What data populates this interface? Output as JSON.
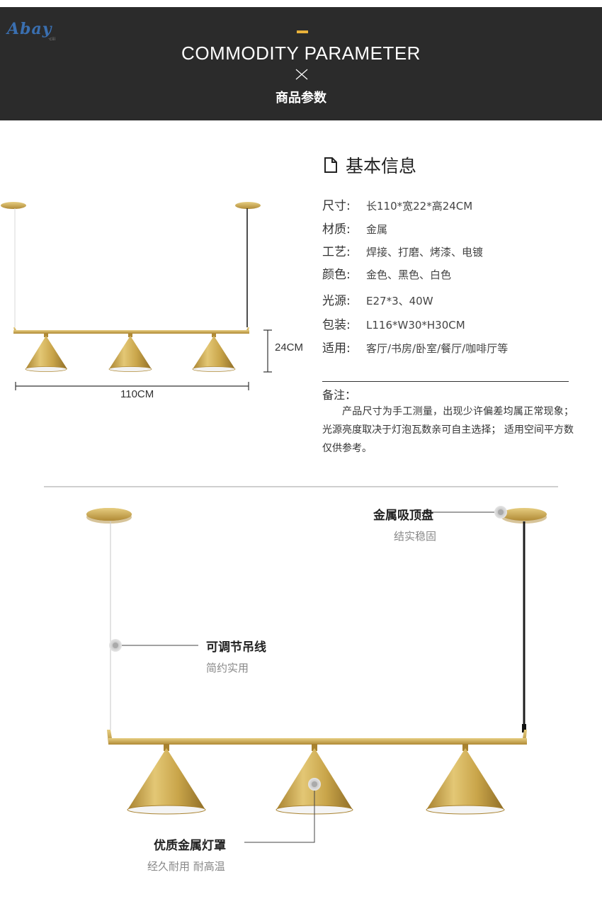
{
  "header": {
    "brand": "Abay",
    "brand_sub": "·ciii",
    "title": "COMMODITY PARAMETER",
    "subtitle": "商品参数"
  },
  "info": {
    "heading": "基本信息",
    "specs": [
      {
        "label": "尺寸:",
        "value": "长110*宽22*高24CM"
      },
      {
        "label": "材质:",
        "value": "金属"
      },
      {
        "label": "工艺:",
        "value": "焊接、打磨、烤漆、电镀"
      },
      {
        "label": "颜色:",
        "value": "金色、黑色、白色"
      },
      {
        "label": "光源:",
        "value": "E27*3、40W"
      },
      {
        "label": "包装:",
        "value": "L116*W30*H30CM"
      },
      {
        "label": "适用:",
        "value": "客厅/书房/卧室/餐厅/咖啡厅等"
      }
    ],
    "note_label": "备注：",
    "note_text": "产品尺寸为手工测量，出现少许偏差均属正常现象；光源亮度取决于灯泡瓦数亲可自主选择； 适用空间平方数仅供参考。"
  },
  "dimensions": {
    "height": "24CM",
    "width": "110CM"
  },
  "callouts": {
    "canopy": {
      "title": "金属吸顶盘",
      "sub": "结实稳固"
    },
    "cable": {
      "title": "可调节吊线",
      "sub": "简约实用"
    },
    "shade": {
      "title": "优质金属灯罩",
      "sub": "经久耐用 耐高温"
    }
  },
  "colors": {
    "banner": "#2b2b2b",
    "accent": "#e8b13a",
    "gold": "#c9a54a"
  }
}
